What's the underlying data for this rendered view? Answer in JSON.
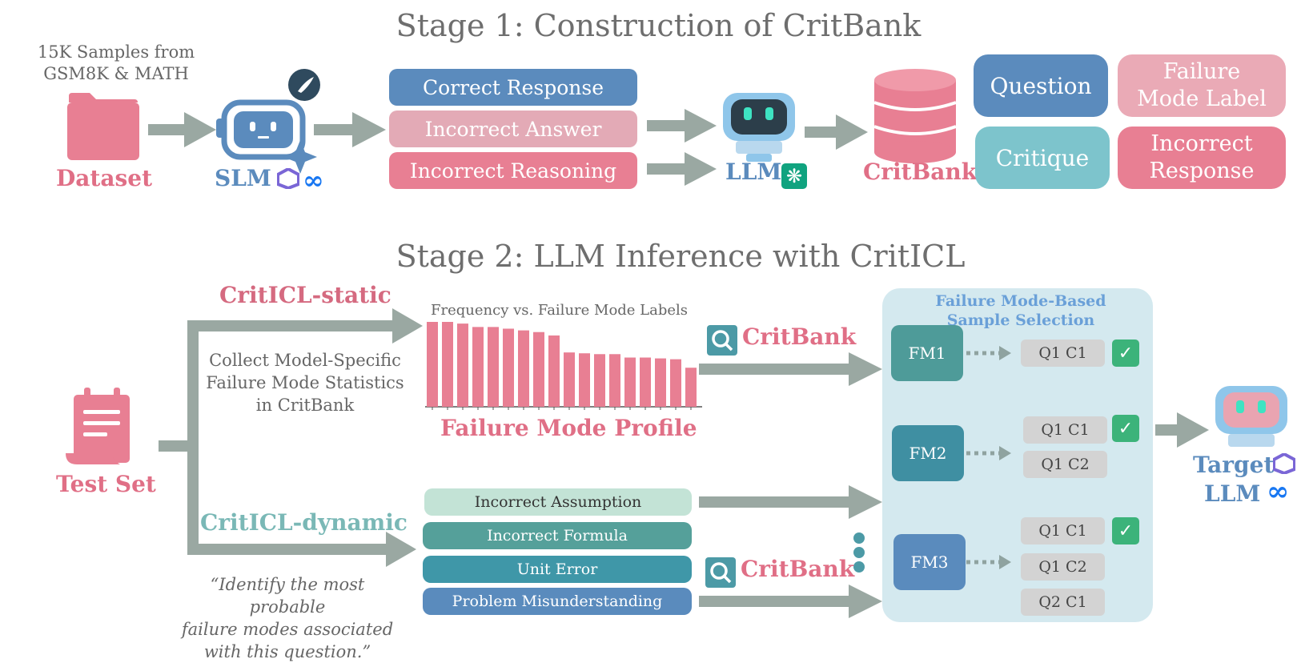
{
  "stage1": {
    "title": "Stage 1: Construction of CritBank",
    "samples_line1": "15K Samples from",
    "samples_line2": "GSM8K & MATH",
    "dataset_label": "Dataset",
    "slm_label": "SLM",
    "responses": [
      "Correct Response",
      "Incorrect Answer",
      "Incorrect Reasoning"
    ],
    "llm_label": "LLM",
    "critbank_label": "CritBank",
    "fields": {
      "question": "Question",
      "failure_mode_label_l1": "Failure",
      "failure_mode_label_l2": "Mode Label",
      "critique": "Critique",
      "incorrect_response_l1": "Incorrect",
      "incorrect_response_l2": "Response"
    }
  },
  "stage2": {
    "title": "Stage 2: LLM Inference with CritICL",
    "static_label": "CritICL-static",
    "dynamic_label": "CritICL-dynamic",
    "collect_l1": "Collect Model-Specific",
    "collect_l2": "Failure Mode Statistics",
    "collect_l3": "in CritBank",
    "test_set_label": "Test Set",
    "quote_l1": "“Identify the most probable",
    "quote_l2": "failure modes associated",
    "quote_l3": "with this question.”",
    "chart_title": "Frequency vs. Failure Mode Labels",
    "profile_label": "Failure Mode Profile",
    "critbank_search_1": "CritBank",
    "critbank_search_2": "CritBank",
    "failure_modes": [
      "Incorrect Assumption",
      "Incorrect Formula",
      "Unit Error",
      "Problem Misunderstanding"
    ],
    "selection_title_l1": "Failure Mode-Based",
    "selection_title_l2": "Sample Selection",
    "fm1": {
      "name": "FM1",
      "samples": [
        "Q1 C1"
      ]
    },
    "fm2": {
      "name": "FM2",
      "samples": [
        "Q1 C1",
        "Q1 C2"
      ]
    },
    "fm3": {
      "name": "FM3",
      "samples": [
        "Q1 C1",
        "Q1 C2",
        "Q2 C1"
      ]
    },
    "check_glyph": "✓",
    "target_l1": "Target",
    "target_l2": "LLM"
  },
  "colors": {
    "pink": "#e87f93",
    "blue": "#5b8bbd",
    "teal": "#4c9aa6",
    "arrow": "#9aa8a2",
    "panel": "#d4e9ef"
  },
  "chart_data": {
    "type": "bar",
    "title": "Frequency vs. Failure Mode Labels",
    "categories": [],
    "values": [
      100,
      100,
      98,
      94,
      94,
      92,
      90,
      88,
      84,
      64,
      63,
      62,
      62,
      58,
      58,
      57,
      56,
      46
    ],
    "xlabel": "",
    "ylabel": "",
    "ylim": [
      0,
      100
    ]
  }
}
